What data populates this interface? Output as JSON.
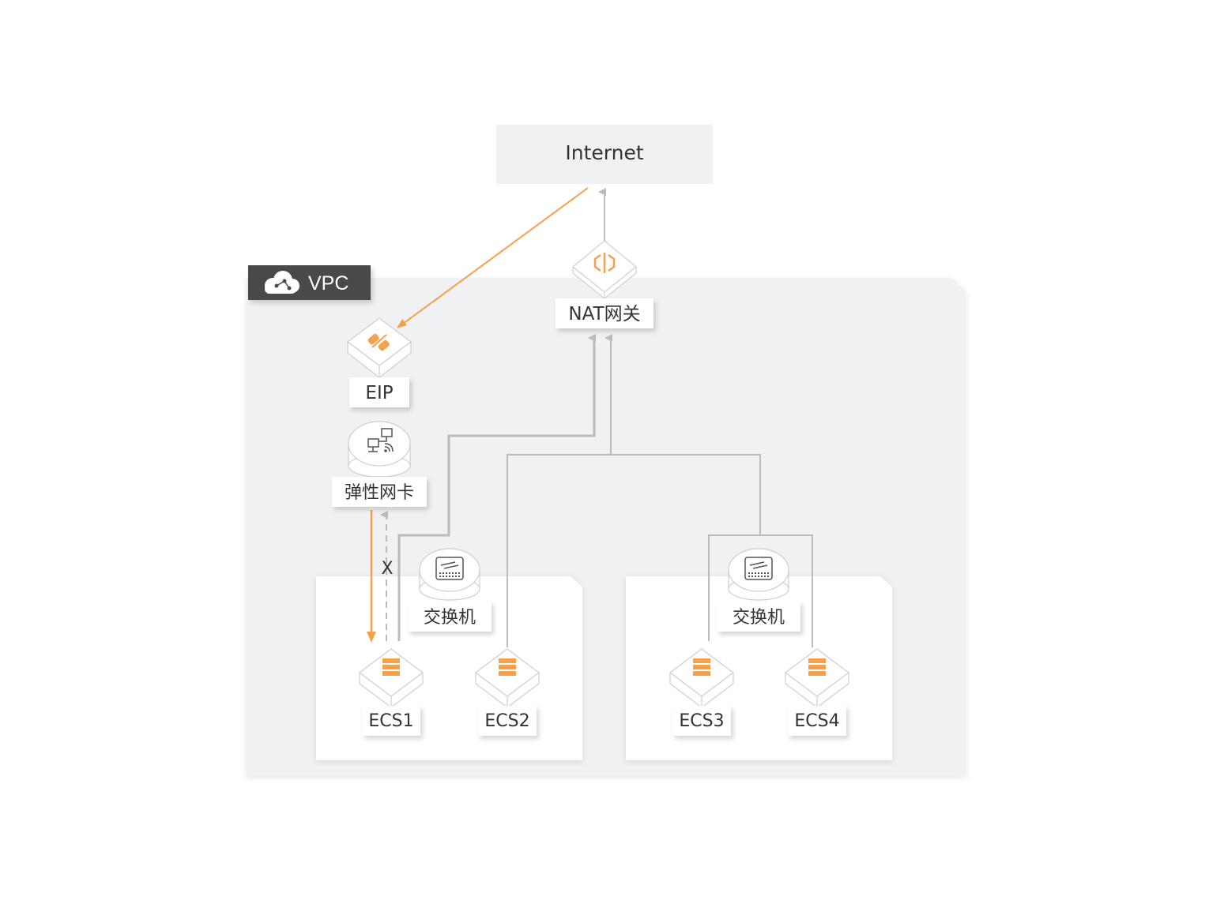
{
  "internet": {
    "label": "Internet"
  },
  "vpc": {
    "label": "VPC"
  },
  "nat": {
    "label": "NAT网关",
    "icon": "nat-gateway-icon"
  },
  "eip": {
    "label": "EIP",
    "icon": "eip-icon"
  },
  "eni": {
    "label": "弹性网卡",
    "icon": "network-card-icon"
  },
  "blocked_marker": "X",
  "switches": [
    {
      "label": "交换机",
      "icon": "switch-icon"
    },
    {
      "label": "交换机",
      "icon": "switch-icon"
    }
  ],
  "ecs": [
    {
      "label": "ECS1",
      "icon": "server-icon"
    },
    {
      "label": "ECS2",
      "icon": "server-icon"
    },
    {
      "label": "ECS3",
      "icon": "server-icon"
    },
    {
      "label": "ECS4",
      "icon": "server-icon"
    }
  ],
  "colors": {
    "accent": "#F5A04A",
    "line": "#BBBBBB",
    "region_bg": "#EFF1F3",
    "vpc_tag": "#4A4A4A"
  }
}
